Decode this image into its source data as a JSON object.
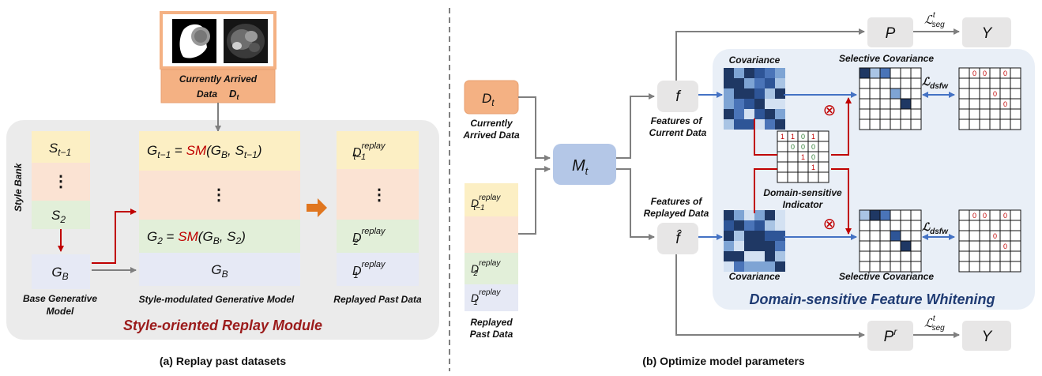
{
  "panel_a": {
    "caption": "(a) Replay past datasets",
    "module_title": "Style-oriented Replay Module",
    "current_data": {
      "line1": "Currently Arrived",
      "line2": "Data ",
      "symbol": "D",
      "sub": "t"
    },
    "style_bank": {
      "label": "Style Bank",
      "items": [
        {
          "base": "S",
          "sub": "t−1",
          "color": "#fcefc4"
        },
        {
          "base": "⋮",
          "sub": "",
          "color": "#fbe3d3"
        },
        {
          "base": "S",
          "sub": "2",
          "color": "#e2efd9"
        }
      ]
    },
    "base_model": {
      "base": "G",
      "sub": "B",
      "label_line1": "Base Generative",
      "label_line2": "Model"
    },
    "generative_model": {
      "label": "Style-modulated Generative Model",
      "rows": [
        {
          "lhs": "G",
          "lhs_sub": "t−1",
          "eq": " = ",
          "fn": "SM",
          "args": "(G",
          "args_sub1": "B",
          "args_mid": ", S",
          "args_sub2": "t−1",
          "close": ")"
        },
        {
          "dots": "⋮"
        },
        {
          "lhs": "G",
          "lhs_sub": "2",
          "eq": " = ",
          "fn": "SM",
          "args": "(G",
          "args_sub1": "B",
          "args_mid": ", S",
          "args_sub2": "2",
          "close": ")"
        },
        {
          "single": "G",
          "single_sub": "B"
        }
      ]
    },
    "replayed": {
      "label": "Replayed Past Data",
      "items": [
        {
          "base": "D",
          "sub": "t−1",
          "sup": "replay"
        },
        {
          "base": "⋮",
          "sub": "",
          "sup": ""
        },
        {
          "base": "D",
          "sub": "2",
          "sup": "replay"
        },
        {
          "base": "D",
          "sub": "1",
          "sup": "replay"
        }
      ]
    }
  },
  "panel_b": {
    "caption": "(b) Optimize model parameters",
    "current_data": {
      "symbol": "D",
      "sub": "t",
      "label_line1": "Currently",
      "label_line2": "Arrived Data"
    },
    "replayed_stack": {
      "items": [
        {
          "base": "D",
          "sub": "t−1",
          "sup": "replay"
        },
        {
          "base": "",
          "sub": "",
          "sup": ""
        },
        {
          "base": "D",
          "sub": "2",
          "sup": "replay"
        },
        {
          "base": "D",
          "sub": "1",
          "sup": "replay"
        }
      ],
      "label_line1": "Replayed",
      "label_line2": "Past Data"
    },
    "model": {
      "base": "M",
      "sub": "t"
    },
    "features_current": {
      "symbol": "f",
      "label_line1": "Features of",
      "label_line2": "Current  Data"
    },
    "features_replayed": {
      "symbol": "f̂",
      "label_line1": "Features of",
      "label_line2": "Replayed Data"
    },
    "pred_top": {
      "p": "P",
      "loss": "ℒ",
      "loss_sub": "seg",
      "loss_sup": "t",
      "y": "Y"
    },
    "pred_bottom": {
      "p": "P",
      "p_sup": "r",
      "loss": "ℒ",
      "loss_sub": "seg",
      "loss_sup": "t",
      "y": "Y"
    },
    "dsfw": {
      "title": "Domain-sensitive Feature Whitening",
      "covariance_label": "Covariance",
      "selective_label": "Selective Covariance",
      "indicator_line1": "Domain-sensitive",
      "indicator_line2": "Indicator",
      "loss": "ℒ",
      "loss_sub": "dsfw",
      "otimes": "⊗",
      "indicator_values": [
        [
          "1",
          "1",
          "0",
          "1"
        ],
        [
          "",
          "0",
          "0",
          "0"
        ],
        [
          "",
          "",
          "1",
          "0"
        ],
        [
          "",
          "",
          "",
          "1"
        ]
      ],
      "mask_values_top": [
        [
          "",
          "0",
          "0",
          "",
          "0"
        ],
        [
          "",
          "",
          "",
          "",
          ""
        ],
        [
          "",
          "",
          "",
          "0",
          ""
        ],
        [
          "",
          "",
          "",
          "",
          "0"
        ],
        [
          "",
          "",
          "",
          "",
          ""
        ]
      ],
      "mask_values_bottom": [
        [
          "",
          "0",
          "0",
          "",
          "0"
        ],
        [
          "",
          "",
          "",
          "",
          ""
        ],
        [
          "",
          "",
          "",
          "0",
          ""
        ],
        [
          "",
          "",
          "",
          "",
          "0"
        ],
        [
          "",
          "",
          "",
          "",
          ""
        ]
      ]
    }
  },
  "colors": {
    "orange": "#f4b183",
    "orange_border": "#e8a070",
    "yellow": "#fcefc4",
    "peach": "#fbe3d3",
    "green": "#e2efd9",
    "lavender": "#e6e9f5",
    "blue_model": "#b4c7e7",
    "dsfw_bg": "#e9eff7",
    "red": "#c00000",
    "arrow_blue": "#4472c4",
    "module_title": "#9b1b1b"
  }
}
